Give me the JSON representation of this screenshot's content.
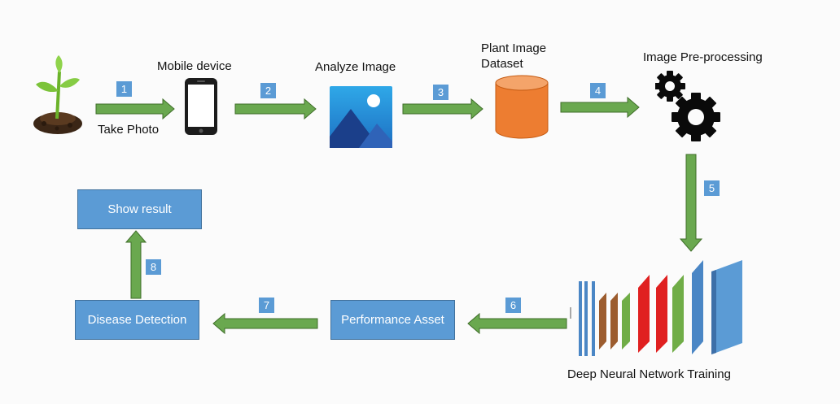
{
  "labels": {
    "take_photo": "Take Photo",
    "mobile_device": "Mobile device",
    "analyze_image": "Analyze Image",
    "dataset_line1": "Plant  Image",
    "dataset_line2": "Dataset",
    "preprocessing": "Image Pre-processing",
    "dnn_training": "Deep Neural Network Training"
  },
  "boxes": {
    "show_result": "Show result",
    "disease_detection": "Disease Detection",
    "performance_asset": "Performance Asset"
  },
  "steps": [
    "1",
    "2",
    "3",
    "4",
    "5",
    "6",
    "7",
    "8"
  ],
  "icons": [
    "plant-icon",
    "mobile-phone-icon",
    "image-icon",
    "database-cylinder-icon",
    "gears-icon",
    "neural-network-layers-icon"
  ],
  "colors": {
    "arrow_fill": "#6aa84f",
    "arrow_stroke": "#3f6e29",
    "badge": "#5b9bd5",
    "box": "#5b9bd5",
    "database": "#ed7d31"
  }
}
